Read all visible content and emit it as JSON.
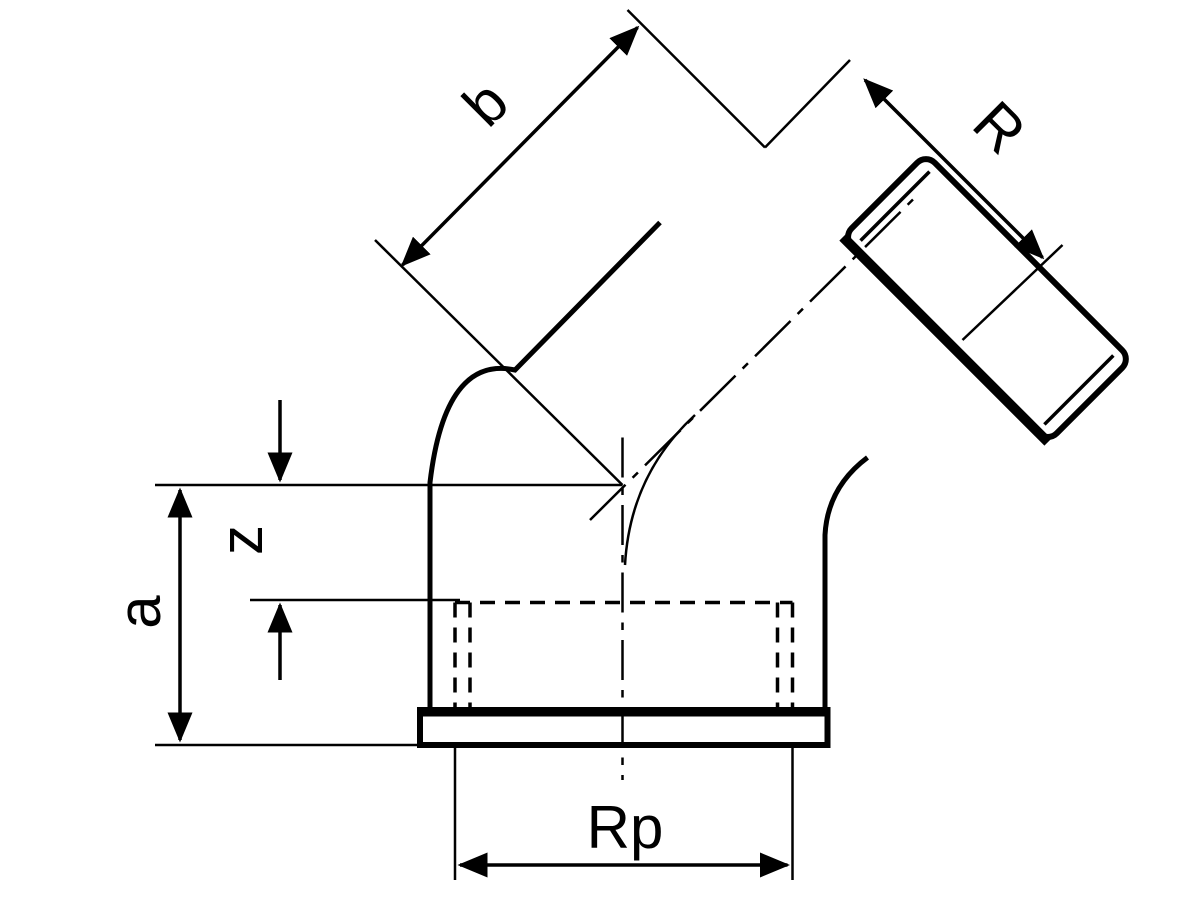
{
  "labels": {
    "a": "a",
    "z": "z",
    "b": "b",
    "R": "R",
    "Rp": "Rp"
  },
  "colors": {
    "line": "#000000",
    "background": "#ffffff"
  }
}
